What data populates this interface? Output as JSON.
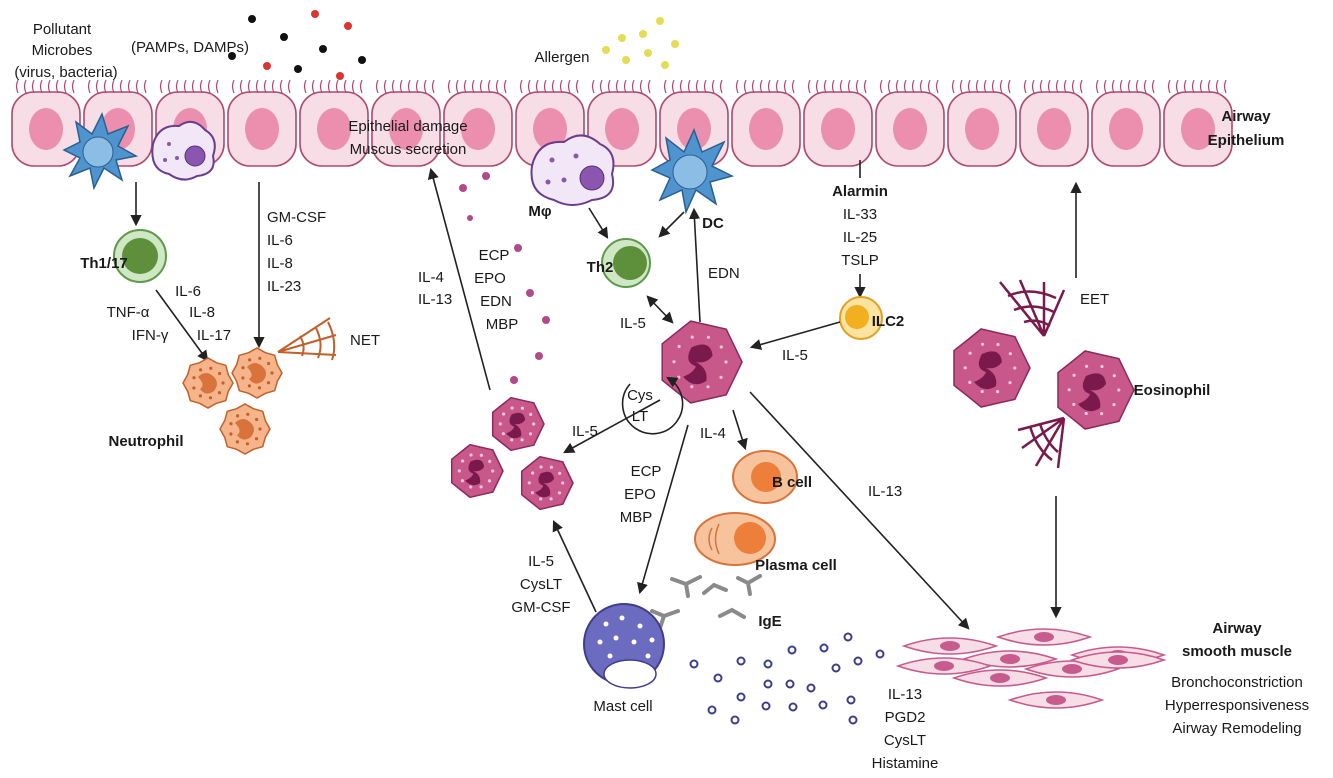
{
  "labels": {
    "pollutant": "Pollutant",
    "microbes": "Microbes",
    "virus_bacteria": "(virus, bacteria)",
    "pamps_damps": "(PAMPs, DAMPs)",
    "allergen": "Allergen",
    "airway": "Airway",
    "epithelium": "Epithelium",
    "epithelial_damage": "Epithelial damage",
    "mucus_secretion": "Muscus secretion",
    "th1_17": "Th1/17",
    "il6_a": "IL-6",
    "il8_a": "IL-8",
    "il17": "IL-17",
    "tnfa": "TNF-α",
    "ifng": "IFN-γ",
    "gmcsf_a": "GM-CSF",
    "il6_b": "IL-6",
    "il8_b": "IL-8",
    "il23": "IL-23",
    "net": "NET",
    "neutrophil": "Neutrophil",
    "il4_a": "IL-4",
    "il13_a": "IL-13",
    "ecp_a": "ECP",
    "epo_a": "EPO",
    "edn_a": "EDN",
    "mbp_a": "MBP",
    "mphi": "Mφ",
    "dc": "DC",
    "th2": "Th2",
    "edn_b": "EDN",
    "il5_a": "IL-5",
    "alarmin": "Alarmin",
    "il33": "IL-33",
    "il25": "IL-25",
    "tslp": "TSLP",
    "ilc2": "ILC2",
    "il5_b": "IL-5",
    "cys": "Cys",
    "lt": "LT",
    "il5_c": "IL-5",
    "il4_b": "IL-4",
    "ecp_b": "ECP",
    "epo_b": "EPO",
    "mbp_b": "MBP",
    "bcell": "B cell",
    "il13_b": "IL-13",
    "plasma": "Plasma cell",
    "ige": "IgE",
    "il5_d": "IL-5",
    "cyslt_a": "CysLT",
    "gmcsf_b": "GM-CSF",
    "mast": "Mast cell",
    "il13_c": "IL-13",
    "pgd2": "PGD2",
    "cyslt_b": "CysLT",
    "histamine": "Histamine",
    "eet": "EET",
    "eosinophil": "Eosinophil",
    "airway2": "Airway",
    "smooth_muscle": "smooth muscle",
    "bronchoconstriction": "Bronchoconstriction",
    "hyperresponsiveness": "Hyperresponsiveness",
    "remodeling": "Airway Remodeling"
  },
  "colors": {
    "epithelium_fill": "#f7dde6",
    "epithelium_stroke": "#b0486f",
    "nucleus": "#ec8fae",
    "eosinophil": "#c8578a",
    "eosinophil_nucleus": "#7a1a4c",
    "neutrophil": "#d9733c",
    "th_cell": "#6aa95a",
    "dc": "#4f93cf",
    "macrophage": "#8a56b0",
    "ilc2": "#f2b020",
    "bcell": "#f0955a",
    "mast_cell": "#6b6cbf",
    "smooth_muscle": "#c85b8e",
    "ige": "#8a8a8a"
  }
}
